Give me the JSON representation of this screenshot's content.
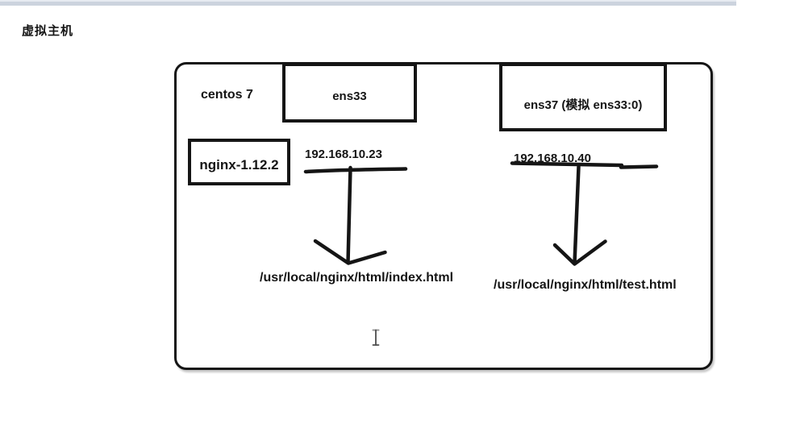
{
  "page": {
    "title": "虚拟主机"
  },
  "diagram": {
    "host_label": "centos 7",
    "software_label": "nginx-1.12.2",
    "interfaces": [
      {
        "name": "ens33",
        "ip": "192.168.10.23",
        "web_root": "/usr/local/nginx/html/index.html"
      },
      {
        "name": "ens37 (模拟 ens33:0)",
        "ip": "192.168.10.40",
        "web_root": "/usr/local/nginx/html/test.html"
      }
    ]
  },
  "icons": {
    "cursor": "text-ibeam-cursor"
  },
  "colors": {
    "ink": "#151515",
    "top_bar": "#ccd3de",
    "background": "#ffffff"
  }
}
